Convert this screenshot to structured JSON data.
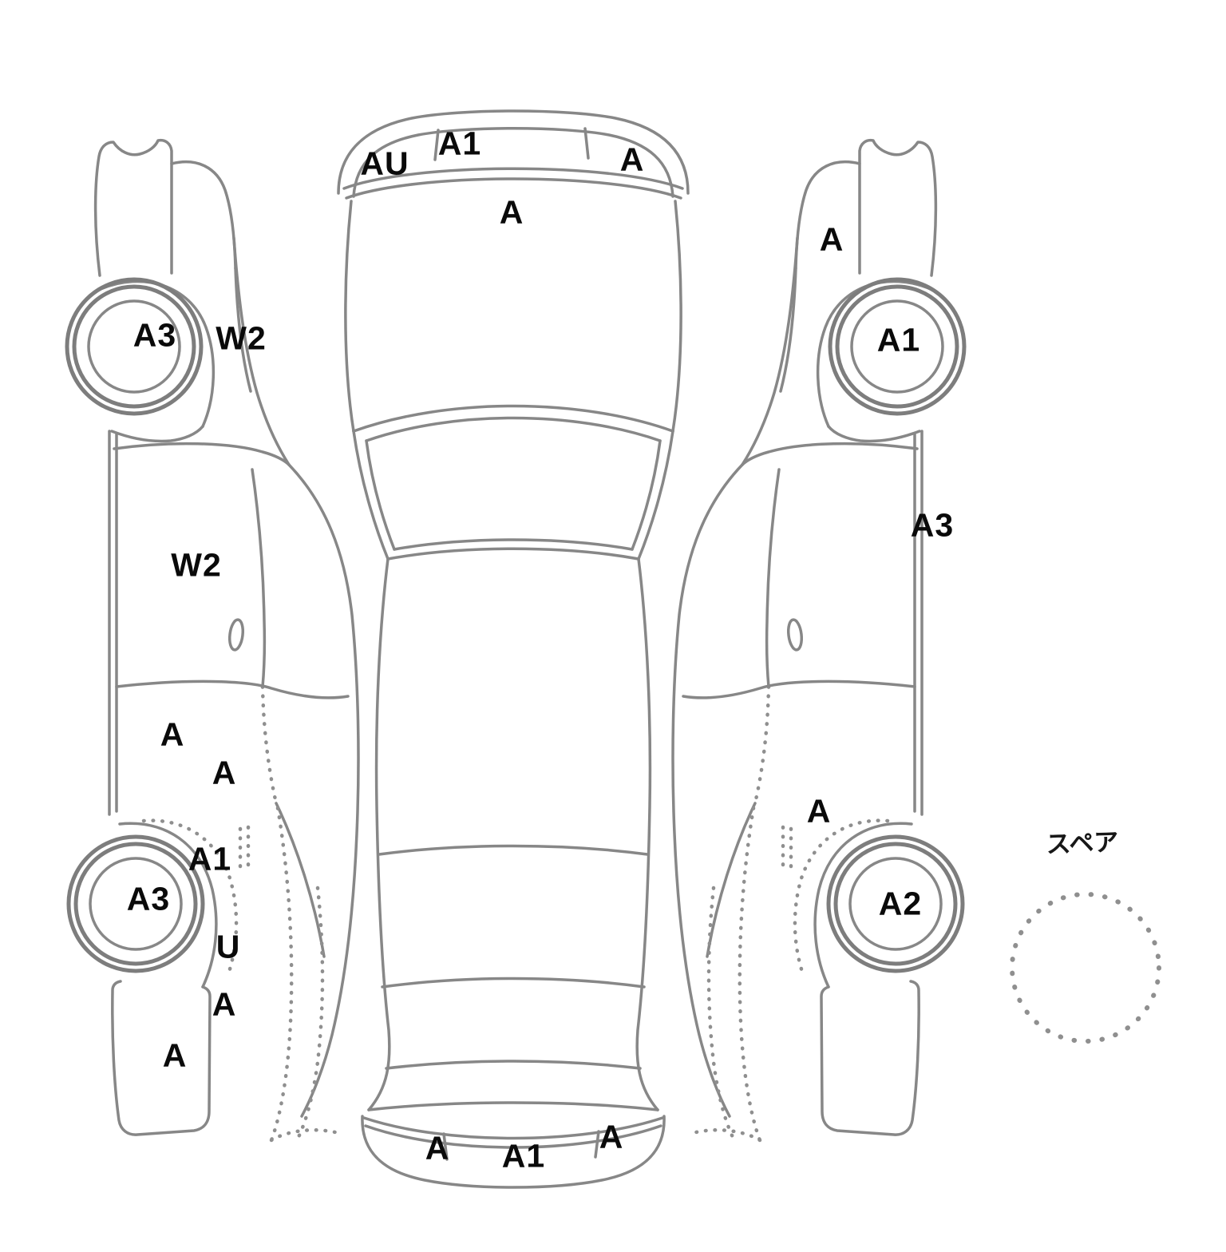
{
  "diagram": {
    "type": "vehicle-inspection-damage-diagram",
    "colors": {
      "line": "#878787",
      "label": "#0a0a0a",
      "background": "#ffffff"
    },
    "codes": [
      "A1",
      "AU",
      "A",
      "A",
      "A",
      "A3",
      "W2",
      "A1",
      "A3",
      "W2",
      "A",
      "A",
      "A",
      "A1",
      "A3",
      "A2",
      "U",
      "A",
      "A",
      "A",
      "A1",
      "A"
    ],
    "spare": {
      "label": "スペア"
    }
  }
}
